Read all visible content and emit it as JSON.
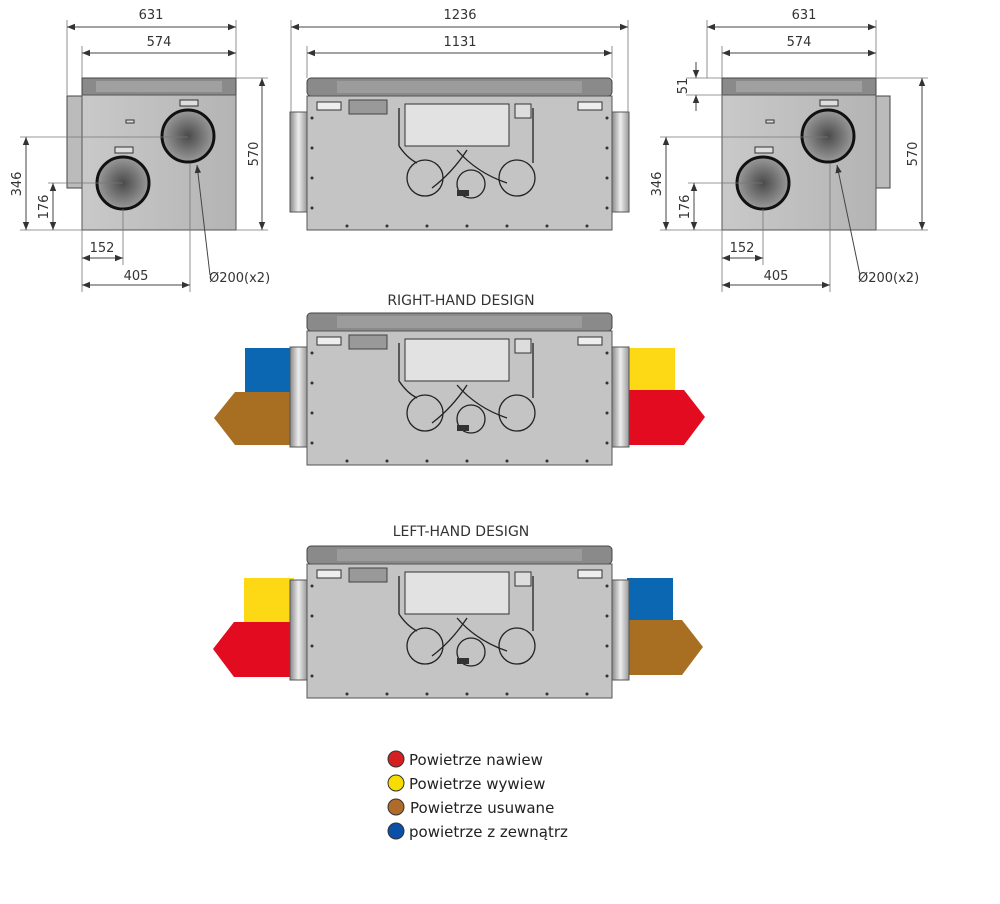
{
  "dimensions": {
    "side_left": {
      "overall_width": "631",
      "body_width": "574",
      "height": "570",
      "upper_spigot_height": "346",
      "lower_spigot_height": "176",
      "lower_spigot_offset": "152",
      "upper_spigot_offset": "405",
      "diameter": "Ø200(x2)"
    },
    "front": {
      "overall_width": "1236",
      "body_width": "1131"
    },
    "side_right": {
      "overall_width": "631",
      "body_width": "574",
      "lid_height": "51",
      "height": "570",
      "upper_spigot_height": "346",
      "lower_spigot_height": "176",
      "lower_spigot_offset": "152",
      "upper_spigot_offset": "405",
      "diameter": "Ø200(x2)"
    }
  },
  "designs": {
    "right_hand": {
      "title": "RIGHT-HAND DESIGN"
    },
    "left_hand": {
      "title": "LEFT-HAND DESIGN"
    }
  },
  "colors": {
    "supply": "#e30b20",
    "extract": "#fdd915",
    "exhaust": "#a86f22",
    "outdoor": "#0b67b2"
  },
  "legend": [
    {
      "label": "Powietrze nawiew",
      "color": "#d42020"
    },
    {
      "label": "Powietrze wywiew",
      "color": "#f7dc00"
    },
    {
      "label": "Powietrze usuwane",
      "color": "#b06a2a"
    },
    {
      "label": "powietrze z zewnątrz",
      "color": "#0a4fa8"
    }
  ]
}
